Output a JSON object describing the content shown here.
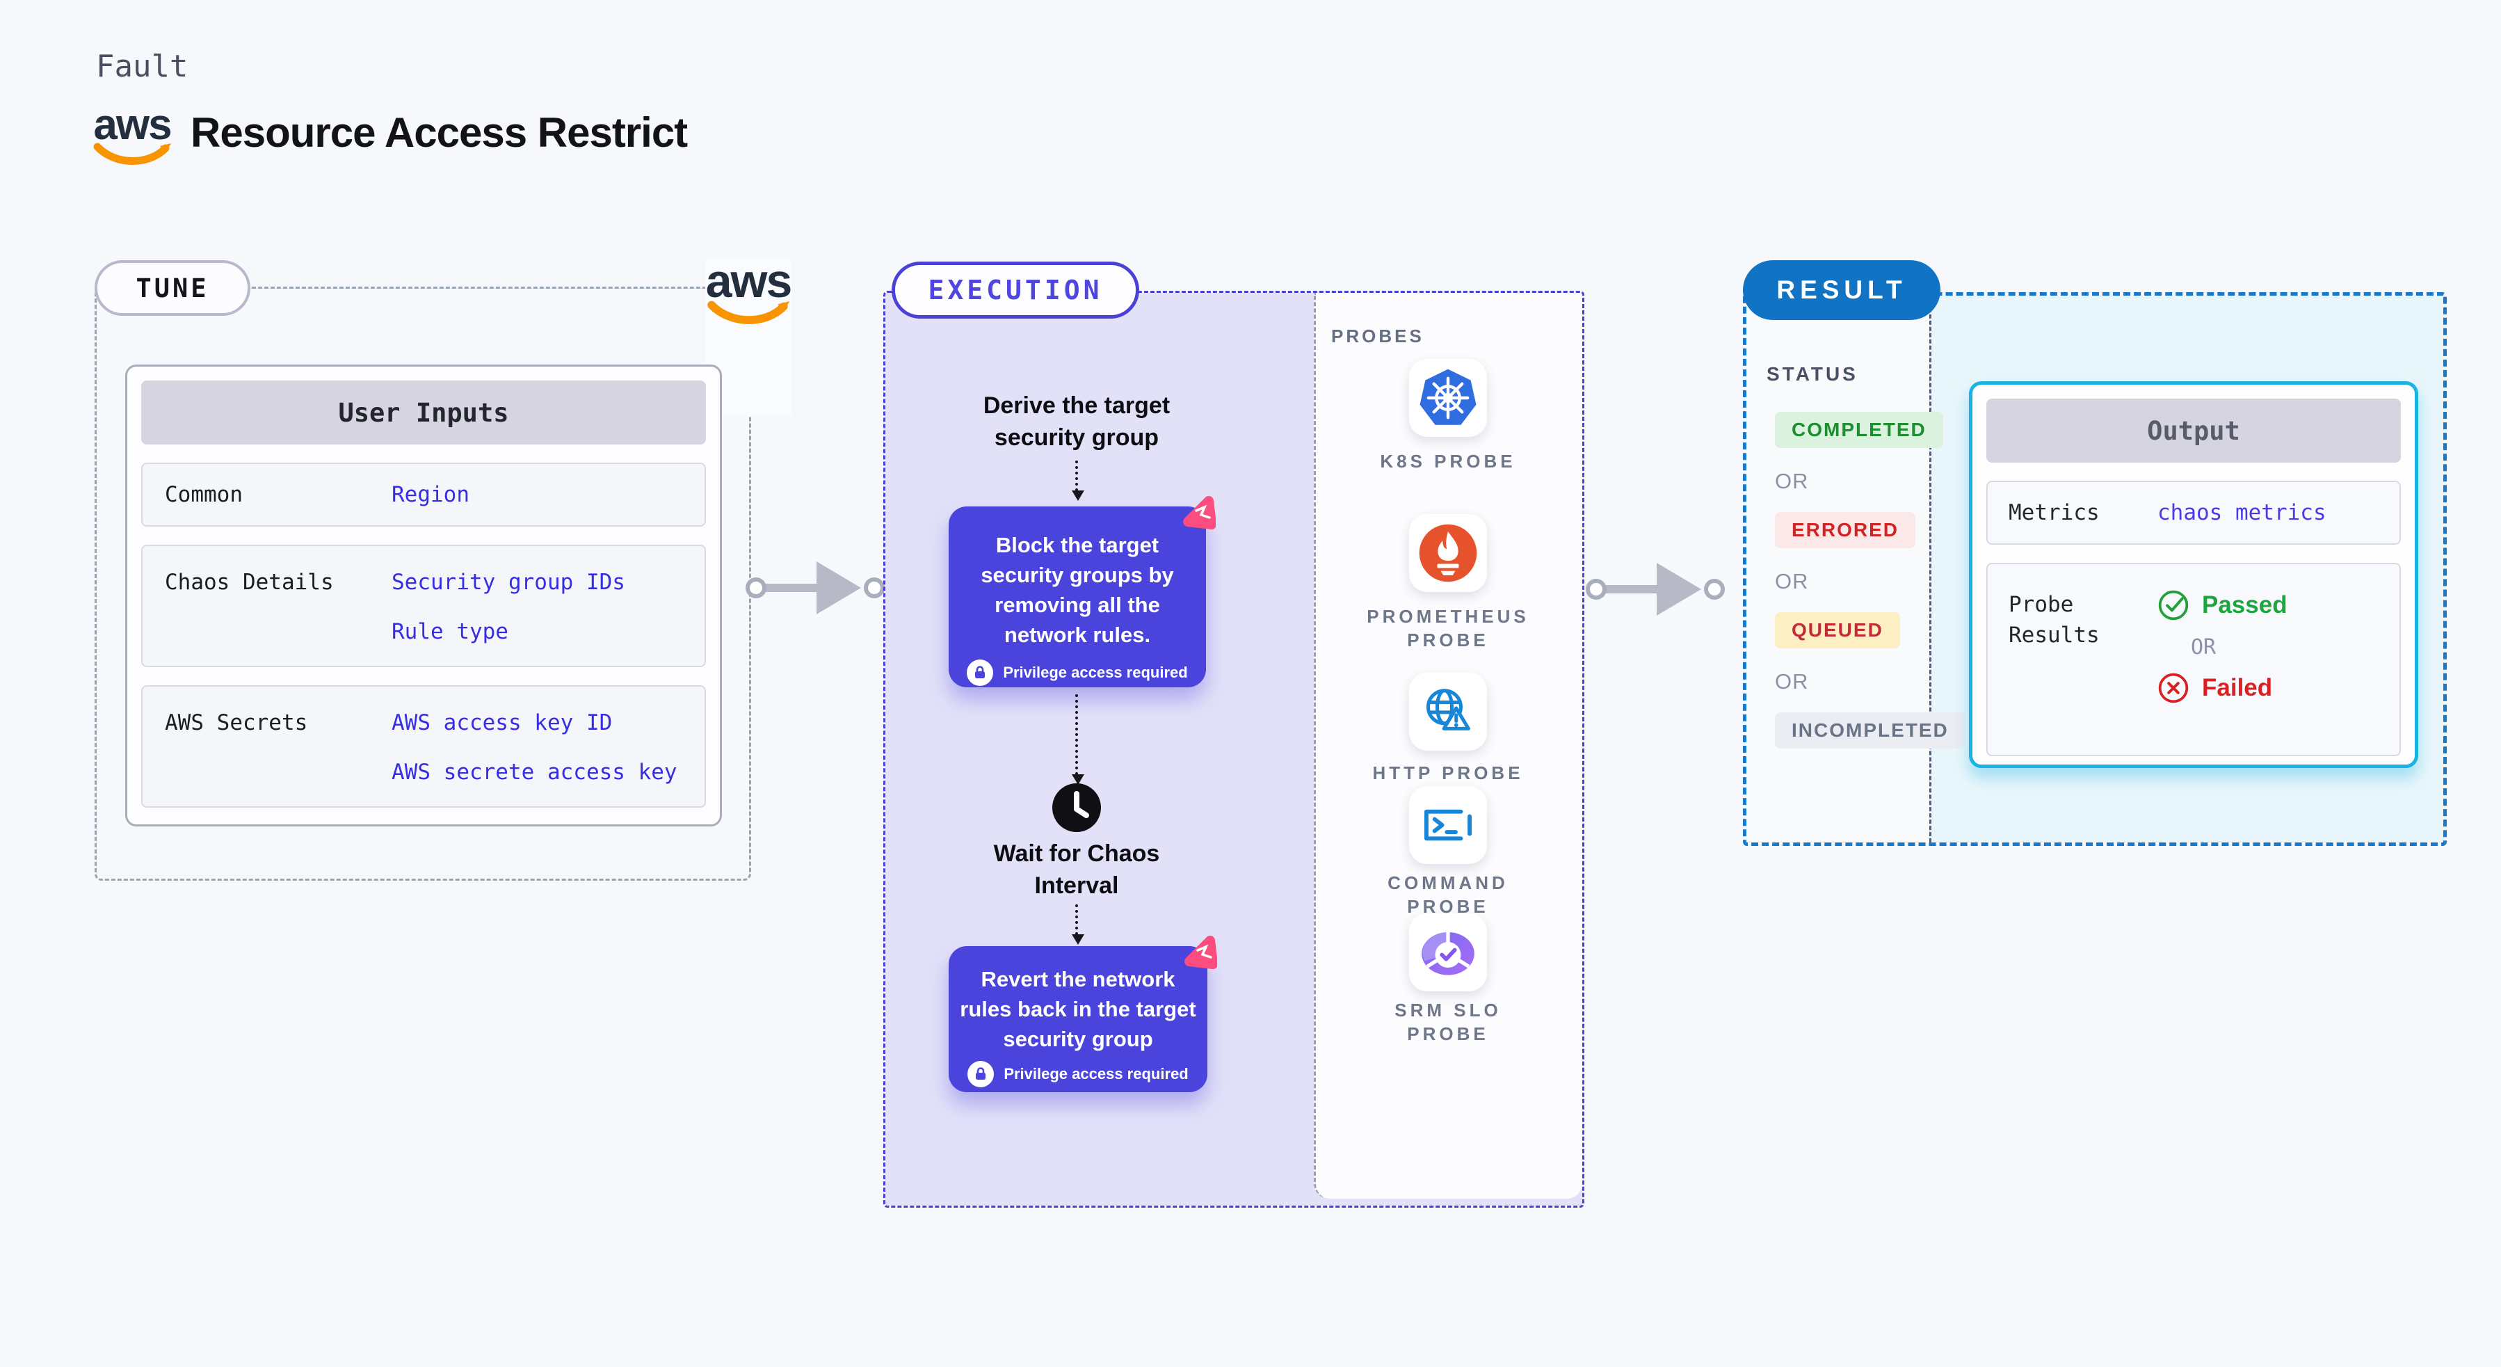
{
  "header": {
    "kicker": "Fault",
    "title": "Resource Access Restrict",
    "aws_logo_text": "aws"
  },
  "tune": {
    "pill_label": "TUNE",
    "user_inputs": {
      "header": "User Inputs",
      "rows": [
        {
          "label": "Common",
          "values": [
            "Region"
          ]
        },
        {
          "label": "Chaos Details",
          "values": [
            "Security group IDs",
            "Rule type"
          ]
        },
        {
          "label": "AWS Secrets",
          "values": [
            "AWS access key ID",
            "AWS secrete access key"
          ]
        }
      ]
    }
  },
  "execution": {
    "pill_label": "EXECUTION",
    "flow": {
      "derive_text": "Derive the target security group",
      "block": {
        "text": "Block the target security groups by removing all the network rules.",
        "note": "Privilege access required"
      },
      "wait_text": "Wait for Chaos Interval",
      "revert": {
        "text": "Revert the network rules back in the target security group",
        "note": "Privilege access required"
      }
    },
    "probes": {
      "section_label": "PROBES",
      "items": [
        {
          "label": "K8S PROBE",
          "icon": "kubernetes-icon",
          "color": "#2f6de0"
        },
        {
          "label": "PROMETHEUS PROBE",
          "icon": "prometheus-icon",
          "color": "#e6522c"
        },
        {
          "label": "HTTP PROBE",
          "icon": "http-globe-icon",
          "color": "#1686d9"
        },
        {
          "label": "COMMAND PROBE",
          "icon": "terminal-icon",
          "color": "#1686d9"
        },
        {
          "label": "SRM SLO PROBE",
          "icon": "srm-slo-icon",
          "color": "#8a5cf6"
        }
      ]
    }
  },
  "result": {
    "pill_label": "RESULT",
    "status_label": "STATUS",
    "or_label": "OR",
    "statuses": [
      {
        "label": "COMPLETED",
        "fg": "#1e8e31",
        "bg": "#dbf2de"
      },
      {
        "label": "ERRORED",
        "fg": "#d02424",
        "bg": "#fbe9e9"
      },
      {
        "label": "QUEUED",
        "fg": "#c22a38",
        "bg": "#fcefc3"
      },
      {
        "label": "INCOMPLETED",
        "fg": "#6b7386",
        "bg": "#ebedf3"
      }
    ],
    "output": {
      "header": "Output",
      "metrics_label": "Metrics",
      "metrics_value": "chaos metrics",
      "probe_results_label": "Probe Results",
      "passed_label": "Passed",
      "or_label": "OR",
      "failed_label": "Failed",
      "passed_color": "#1da53f",
      "failed_color": "#d92121"
    }
  },
  "colors": {
    "page_bg": "#f7f8fb",
    "execution_fill": "#e3e1f8",
    "execution_border": "#4a41d6",
    "step_box": "#4a44dd",
    "result_border": "#1779cb",
    "result_pill": "#1173c4",
    "output_border": "#19b2e3",
    "value_text": "#372ee4",
    "chaos_badge_pink": "#fb4d7e",
    "aws_smile_orange": "#f79400"
  }
}
